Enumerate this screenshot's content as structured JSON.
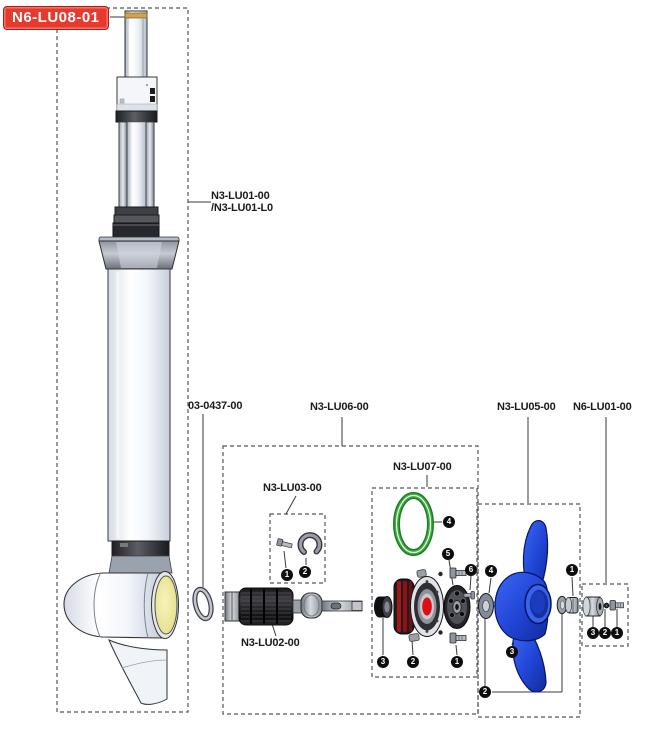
{
  "diagram": {
    "type": "exploded-parts-diagram",
    "assembly_tag": "N6-LU08-01",
    "labels": {
      "shaft_line1": "N3-LU01-00",
      "shaft_line2": "/N3-LU01-L0",
      "retaining_ring": "03-0437-00",
      "motor_group": "N3-LU06-00",
      "propeller_group": "N3-LU05-00",
      "anode_group": "N6-LU01-00",
      "oring_group": "N3-LU07-00",
      "pin_group": "N3-LU03-00",
      "rotor": "N3-LU02-00"
    },
    "balloons": {
      "n1": "1",
      "n2": "2",
      "n3": "3",
      "n4": "4",
      "n5": "5",
      "n6": "6"
    },
    "colors": {
      "tag_red": "#e63a2e",
      "oring_green": "#2f9e33",
      "propeller_blue": "#2247d8",
      "stator_red": "#dc1014",
      "gearcase_yellow": "#ece9a0"
    }
  }
}
